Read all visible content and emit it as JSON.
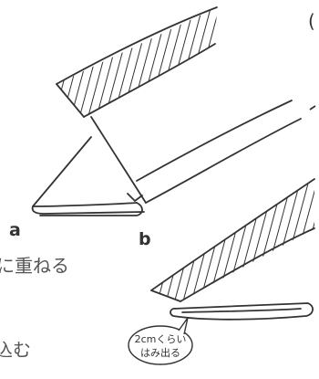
{
  "labels": {
    "point_a": "a",
    "point_b": "b",
    "overlap_text": "に重ねる",
    "tuck_text": "込む",
    "corner_char": "("
  },
  "callout": {
    "line1": "2cmくらい",
    "line2": "はみ出る"
  },
  "colors": {
    "ink": "#333333",
    "paper": "#ffffff"
  }
}
